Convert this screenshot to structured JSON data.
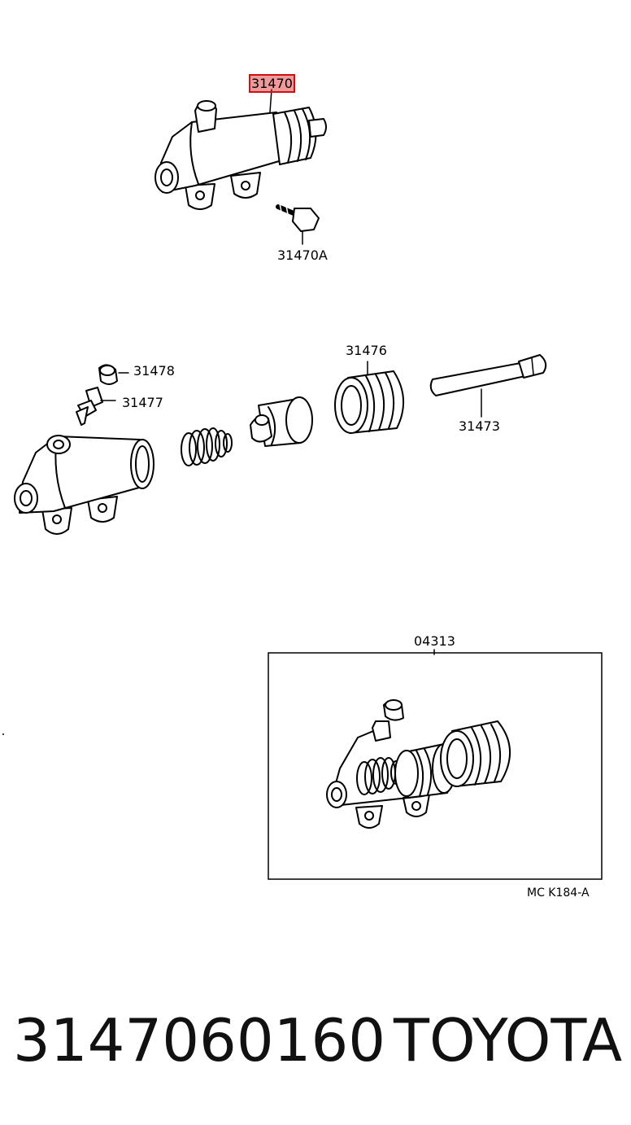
{
  "diagram": {
    "callouts": {
      "main_assembly": "31470",
      "bolt": "31470A",
      "bleeder_cap": "31478",
      "bleeder_plug": "31477",
      "boot": "31476",
      "push_rod": "31473",
      "kit": "04313"
    },
    "highlighted_part": "31470",
    "reference_code": "MC K184-A"
  },
  "footer": {
    "part_number": "3147060160",
    "brand": "TOYOTA"
  }
}
